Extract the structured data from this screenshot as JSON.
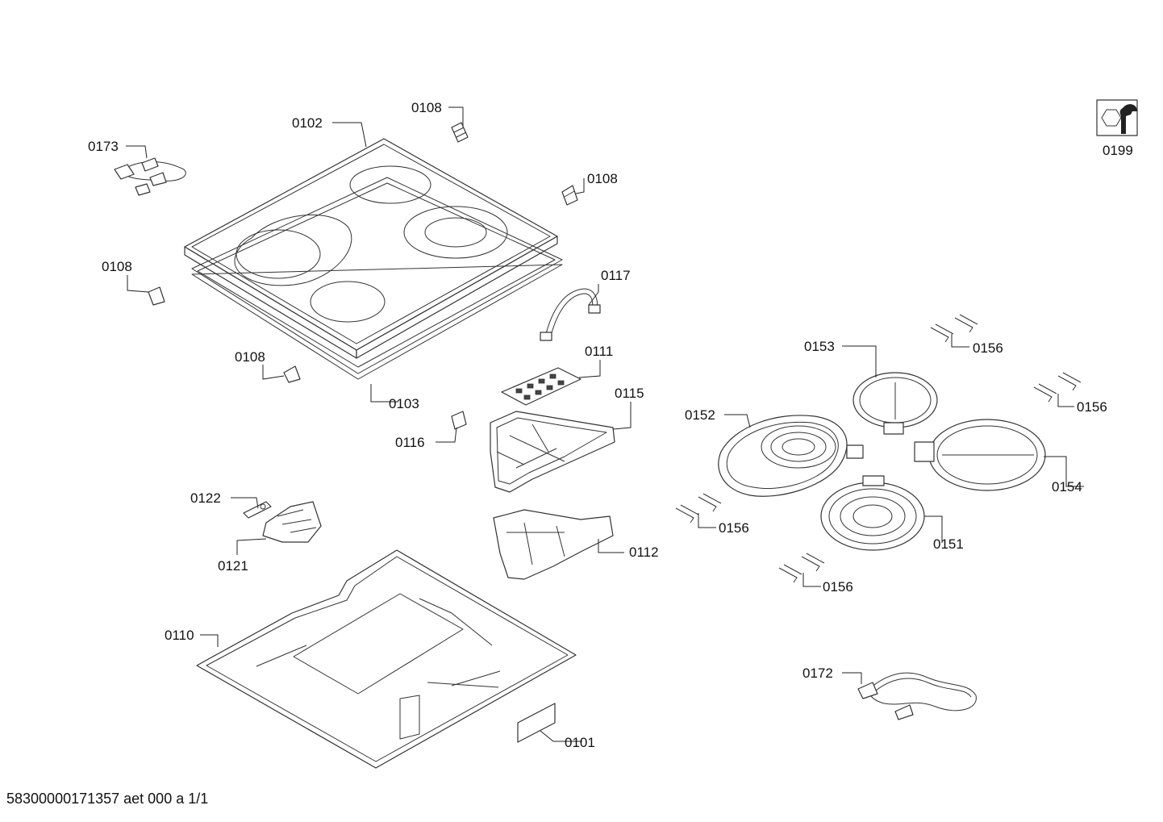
{
  "labels": {
    "p0101": "0101",
    "p0102": "0102",
    "p0103": "0103",
    "p0108": "0108",
    "p0110": "0110",
    "p0111": "0111",
    "p0112": "0112",
    "p0115": "0115",
    "p0116": "0116",
    "p0117": "0117",
    "p0121": "0121",
    "p0122": "0122",
    "p0151": "0151",
    "p0152": "0152",
    "p0153": "0153",
    "p0154": "0154",
    "p0156": "0156",
    "p0172": "0172",
    "p0173": "0173",
    "p0199": "0199"
  },
  "footer": "58300000171357 aet 000 a 1/1",
  "tool_icon": "wrench-nut-icon"
}
